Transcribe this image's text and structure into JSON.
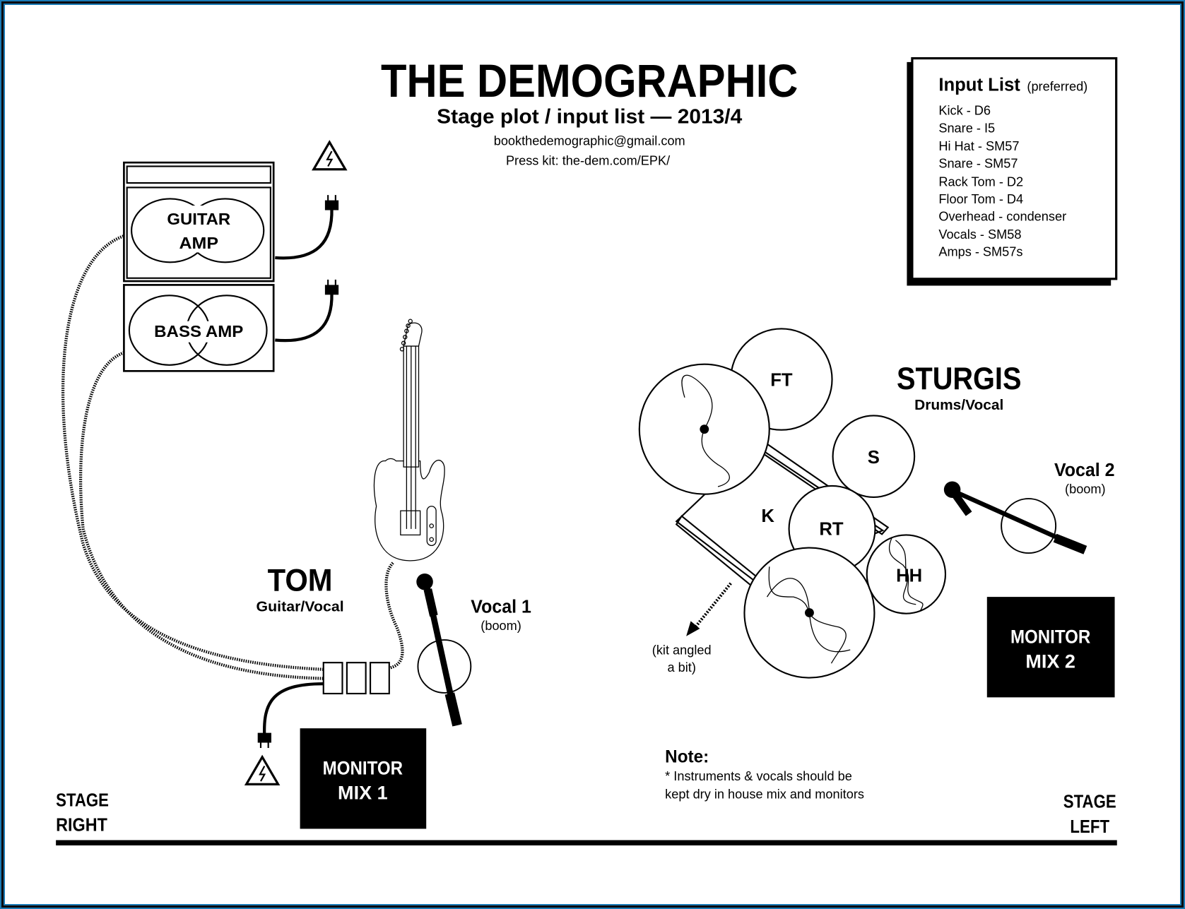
{
  "header": {
    "title": "THE DEMOGRAPHIC",
    "subtitle": "Stage plot / input list — 2013/4",
    "email": "bookthedemographic@gmail.com",
    "press_kit": "Press kit: the-dem.com/EPK/"
  },
  "input_list": {
    "title": "Input List",
    "qualifier": "(preferred)",
    "items": [
      "Kick - D6",
      "Snare - I5",
      "Hi Hat - SM57",
      "Snare - SM57",
      "Rack Tom - D2",
      "Floor Tom - D4",
      "Overhead - condenser",
      "Vocals - SM58",
      "Amps - SM57s"
    ]
  },
  "amps": {
    "guitar_line1": "GUITAR",
    "guitar_line2": "AMP",
    "bass": "BASS AMP"
  },
  "performers": {
    "tom": {
      "name": "TOM",
      "role": "Guitar/Vocal"
    },
    "sturgis": {
      "name": "STURGIS",
      "role": "Drums/Vocal"
    }
  },
  "vocals": {
    "vocal1": {
      "label": "Vocal 1",
      "type": "(boom)"
    },
    "vocal2": {
      "label": "Vocal 2",
      "type": "(boom)"
    }
  },
  "drums": {
    "floor_tom": "FT",
    "snare": "S",
    "kick": "K",
    "rack_tom": "RT",
    "hi_hat": "HH",
    "angle_note_line1": "(kit angled",
    "angle_note_line2": "a bit)"
  },
  "monitors": {
    "mix1_line1": "MONITOR",
    "mix1_line2": "MIX 1",
    "mix2_line1": "MONITOR",
    "mix2_line2": "MIX 2"
  },
  "note": {
    "heading": "Note:",
    "line1": "* Instruments & vocals should be",
    "line2": "kept dry in house mix and monitors"
  },
  "stage": {
    "right_line1": "STAGE",
    "right_line2": "RIGHT",
    "left_line1": "STAGE",
    "left_line2": "LEFT"
  },
  "colors": {
    "border_blue": "#1a7ab5",
    "ink": "#000000",
    "paper": "#ffffff"
  }
}
